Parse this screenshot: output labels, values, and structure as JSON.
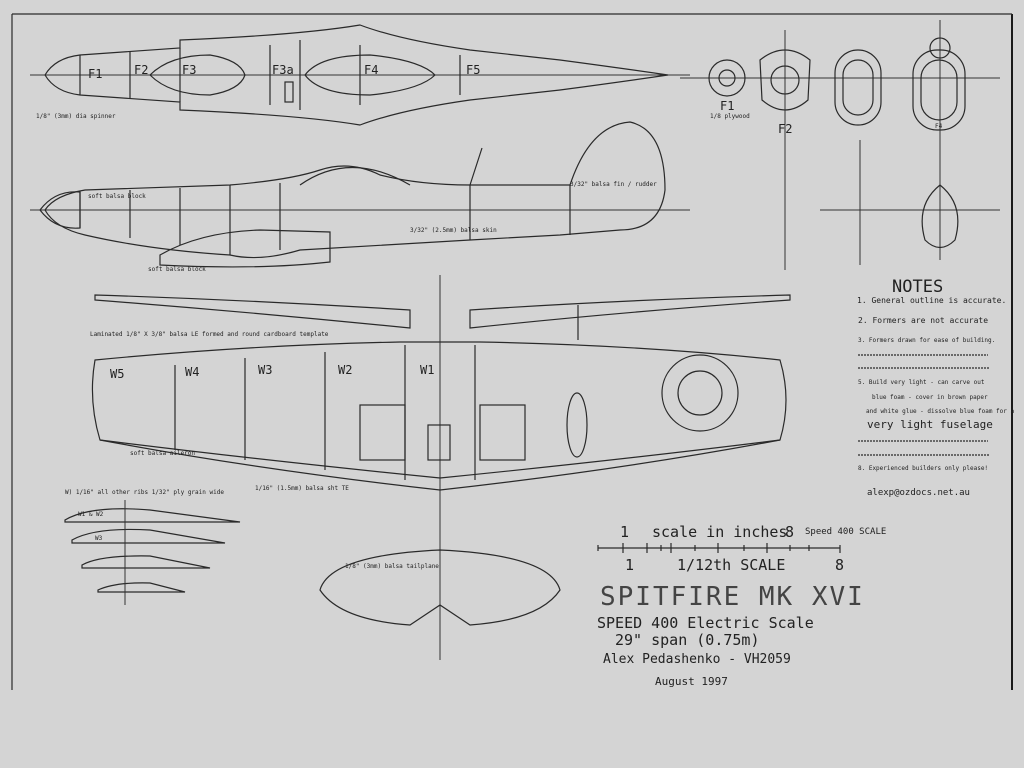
{
  "formers_top": [
    "F1",
    "F2",
    "F3",
    "F3a",
    "F4",
    "F5"
  ],
  "former_views": {
    "f1": "F1",
    "f1_sub": "1/8 plywood",
    "f2": "F2",
    "f4": "F4"
  },
  "wing_stations": [
    "W5",
    "W4",
    "W3",
    "W2",
    "W1"
  ],
  "fuselage_labels": {
    "spinner": "1/8\" (3mm) dia spinner",
    "soft_block_front": "soft balsa block",
    "soft_block_belly": "soft balsa block",
    "skin": "3/32\" (2.5mm) balsa skin",
    "tail_skin": "3/32\" balsa fin / rudder"
  },
  "wing_labels": {
    "leading_edge": "Laminated 1/8\" X 3/8\" balsa LE formed and round cardboard template",
    "aileron": "soft balsa aileron",
    "trailing_edge": "1/16\" (1.5mm) balsa sht TE",
    "ribs_note": "W) 1/16\" all other ribs 1/32\" ply grain wide",
    "tailplane": "1/8\" (3mm) balsa tailplane",
    "w1w2": "W1 & W2",
    "w3": "W3"
  },
  "notes": {
    "heading": "NOTES",
    "items": [
      "1. General outline is accurate.",
      "2. Formers are not accurate",
      "3. Formers drawn for ease of building.",
      "5. Build very light - can carve out",
      "blue foam - cover in brown paper",
      "and white glue - dissolve blue foam for a",
      "very light fuselage",
      "8. Experienced builders only please!"
    ],
    "email": "alexp@ozdocs.net.au"
  },
  "scale": {
    "top_left": "1",
    "top_caption": "scale in inches",
    "top_right": "8",
    "speed_scale": "Speed 400 SCALE",
    "bottom_left": "1",
    "bottom_caption": "1/12th SCALE",
    "bottom_right": "8"
  },
  "title": {
    "name": "SPITFIRE MK XVI",
    "subtitle": "SPEED 400 Electric Scale",
    "span": "29\" span (0.75m)",
    "author": "Alex Pedashenko - VH2059",
    "date": "August 1997"
  }
}
